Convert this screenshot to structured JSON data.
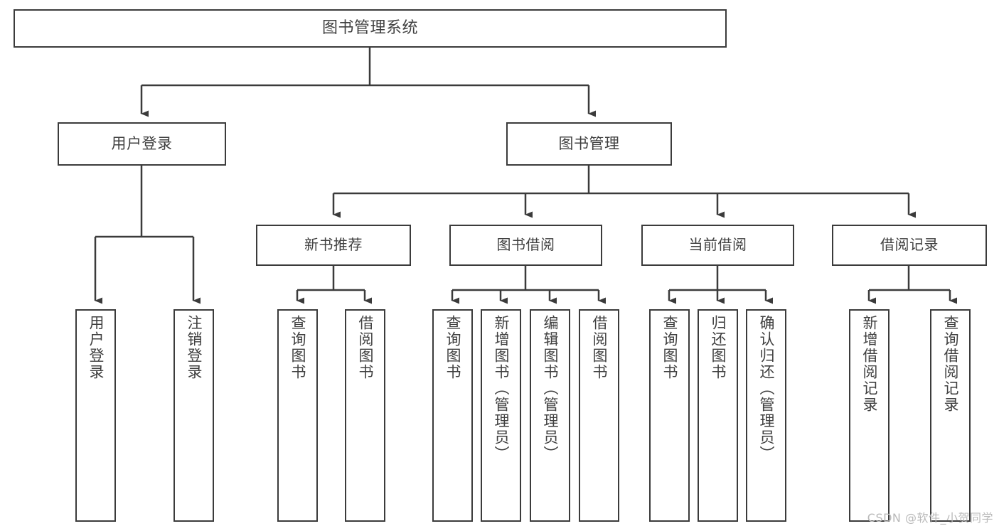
{
  "diagram": {
    "title": "图书管理系统",
    "watermark": "CSDN @软件_小贺同学",
    "stroke_color": "#3b3b3b",
    "text_color": "#404040",
    "background_color": "#ffffff",
    "root": {
      "label": "图书管理系统"
    },
    "level2": [
      {
        "label": "用户登录"
      },
      {
        "label": "图书管理"
      }
    ],
    "level3": [
      {
        "label": "新书推荐"
      },
      {
        "label": "图书借阅"
      },
      {
        "label": "当前借阅"
      },
      {
        "label": "借阅记录"
      }
    ],
    "leaves": [
      {
        "label": "用户登录"
      },
      {
        "label": "注销登录"
      },
      {
        "label": "查询图书"
      },
      {
        "label": "借阅图书"
      },
      {
        "label": "查询图书"
      },
      {
        "label": "新增图书（管理员）"
      },
      {
        "label": "编辑图书（管理员）"
      },
      {
        "label": "借阅图书"
      },
      {
        "label": "查询图书"
      },
      {
        "label": "归还图书"
      },
      {
        "label": "确认归还（管理员）"
      },
      {
        "label": "新增借阅记录"
      },
      {
        "label": "查询借阅记录"
      }
    ]
  }
}
